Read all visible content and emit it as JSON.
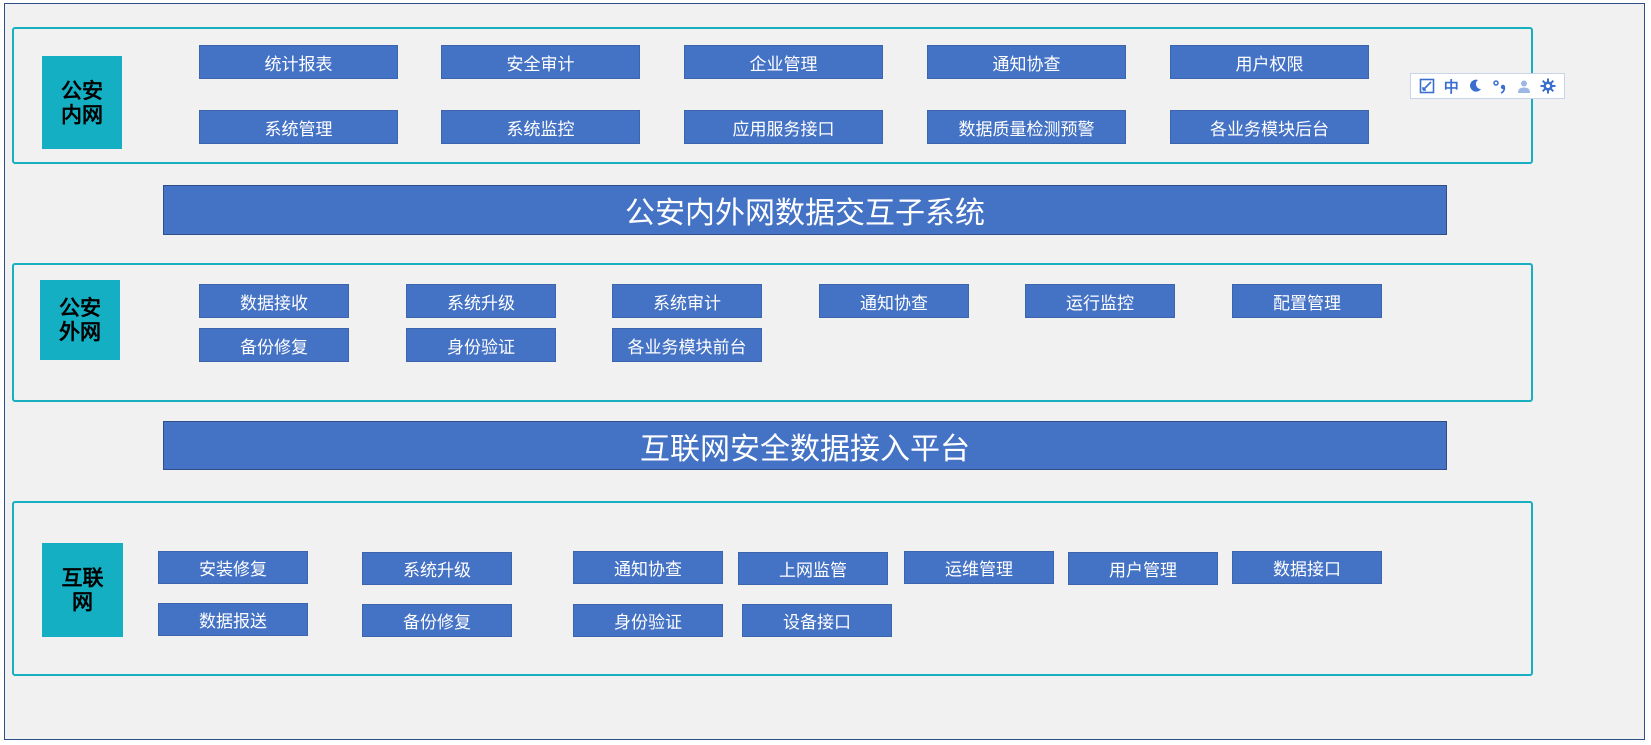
{
  "sections": {
    "internal": {
      "label": "公安内网",
      "modules": [
        "统计报表",
        "安全审计",
        "企业管理",
        "通知协查",
        "用户权限",
        "系统管理",
        "系统监控",
        "应用服务接口",
        "数据质量检测预警",
        "各业务模块后台"
      ]
    },
    "external": {
      "label": "公安外网",
      "modules": [
        "数据接收",
        "系统升级",
        "系统审计",
        "通知协查",
        "运行监控",
        "配置管理",
        "备份修复",
        "身份验证",
        "各业务模块前台"
      ]
    },
    "internet": {
      "label": "互联网",
      "modules": [
        "安装修复",
        "系统升级",
        "通知协查",
        "上网监管",
        "运维管理",
        "用户管理",
        "数据接口",
        "数据报送",
        "备份修复",
        "身份验证",
        "设备接口"
      ]
    }
  },
  "banners": {
    "exchange": "公安内外网数据交互子系统",
    "access": "互联网安全数据接入平台"
  },
  "ime_toolbar": {
    "mode": "中",
    "icons": [
      "edit-icon",
      "mode-zh",
      "moon-icon",
      "punctuation-icon",
      "user-icon",
      "gear-icon"
    ]
  },
  "colors": {
    "module_fill": "#4472C4",
    "section_border": "#18AFC0",
    "tag_fill": "#14AFC3",
    "background": "#F2F1F2"
  }
}
